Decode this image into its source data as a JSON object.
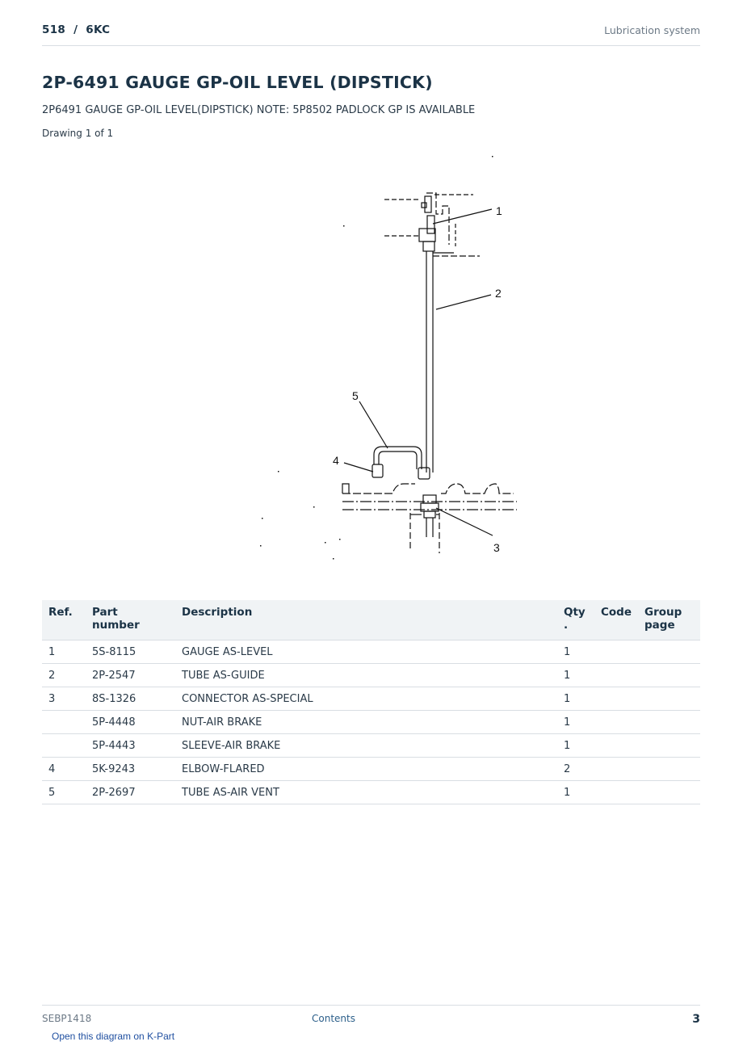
{
  "header": {
    "model": "518  /  6KC",
    "section": "Lubrication system"
  },
  "title": "2P-6491 GAUGE GP-OIL LEVEL (DIPSTICK)",
  "subtitle": "2P6491 GAUGE GP-OIL LEVEL(DIPSTICK) NOTE: 5P8502 PADLOCK GP IS AVAILABLE",
  "drawing_count": "Drawing 1 of 1",
  "diagram": {
    "callouts": [
      "1",
      "2",
      "3",
      "4",
      "5"
    ]
  },
  "table": {
    "headers": {
      "ref": "Ref.",
      "part_number": "Part number",
      "description": "Description",
      "qty": "Qty\n.",
      "code": "Code",
      "group_page": "Group\npage"
    },
    "rows": [
      {
        "ref": "1",
        "part_number": "5S-8115",
        "description": "GAUGE AS-LEVEL",
        "qty": "1",
        "code": "",
        "group_page": ""
      },
      {
        "ref": "2",
        "part_number": "2P-2547",
        "description": "TUBE AS-GUIDE",
        "qty": "1",
        "code": "",
        "group_page": ""
      },
      {
        "ref": "3",
        "part_number": "8S-1326",
        "description": "CONNECTOR AS-SPECIAL",
        "qty": "1",
        "code": "",
        "group_page": ""
      },
      {
        "ref": "",
        "part_number": "5P-4448",
        "description": "NUT-AIR BRAKE",
        "qty": "1",
        "code": "",
        "group_page": ""
      },
      {
        "ref": "",
        "part_number": "5P-4443",
        "description": "SLEEVE-AIR BRAKE",
        "qty": "1",
        "code": "",
        "group_page": ""
      },
      {
        "ref": "4",
        "part_number": "5K-9243",
        "description": "ELBOW-FLARED",
        "qty": "2",
        "code": "",
        "group_page": ""
      },
      {
        "ref": "5",
        "part_number": "2P-2697",
        "description": "TUBE AS-AIR VENT",
        "qty": "1",
        "code": "",
        "group_page": ""
      }
    ]
  },
  "footer": {
    "doc_id": "SEBP1418",
    "contents_link": "Contents",
    "page_number": "3",
    "kpart_link": "Open this diagram on K-Part"
  }
}
